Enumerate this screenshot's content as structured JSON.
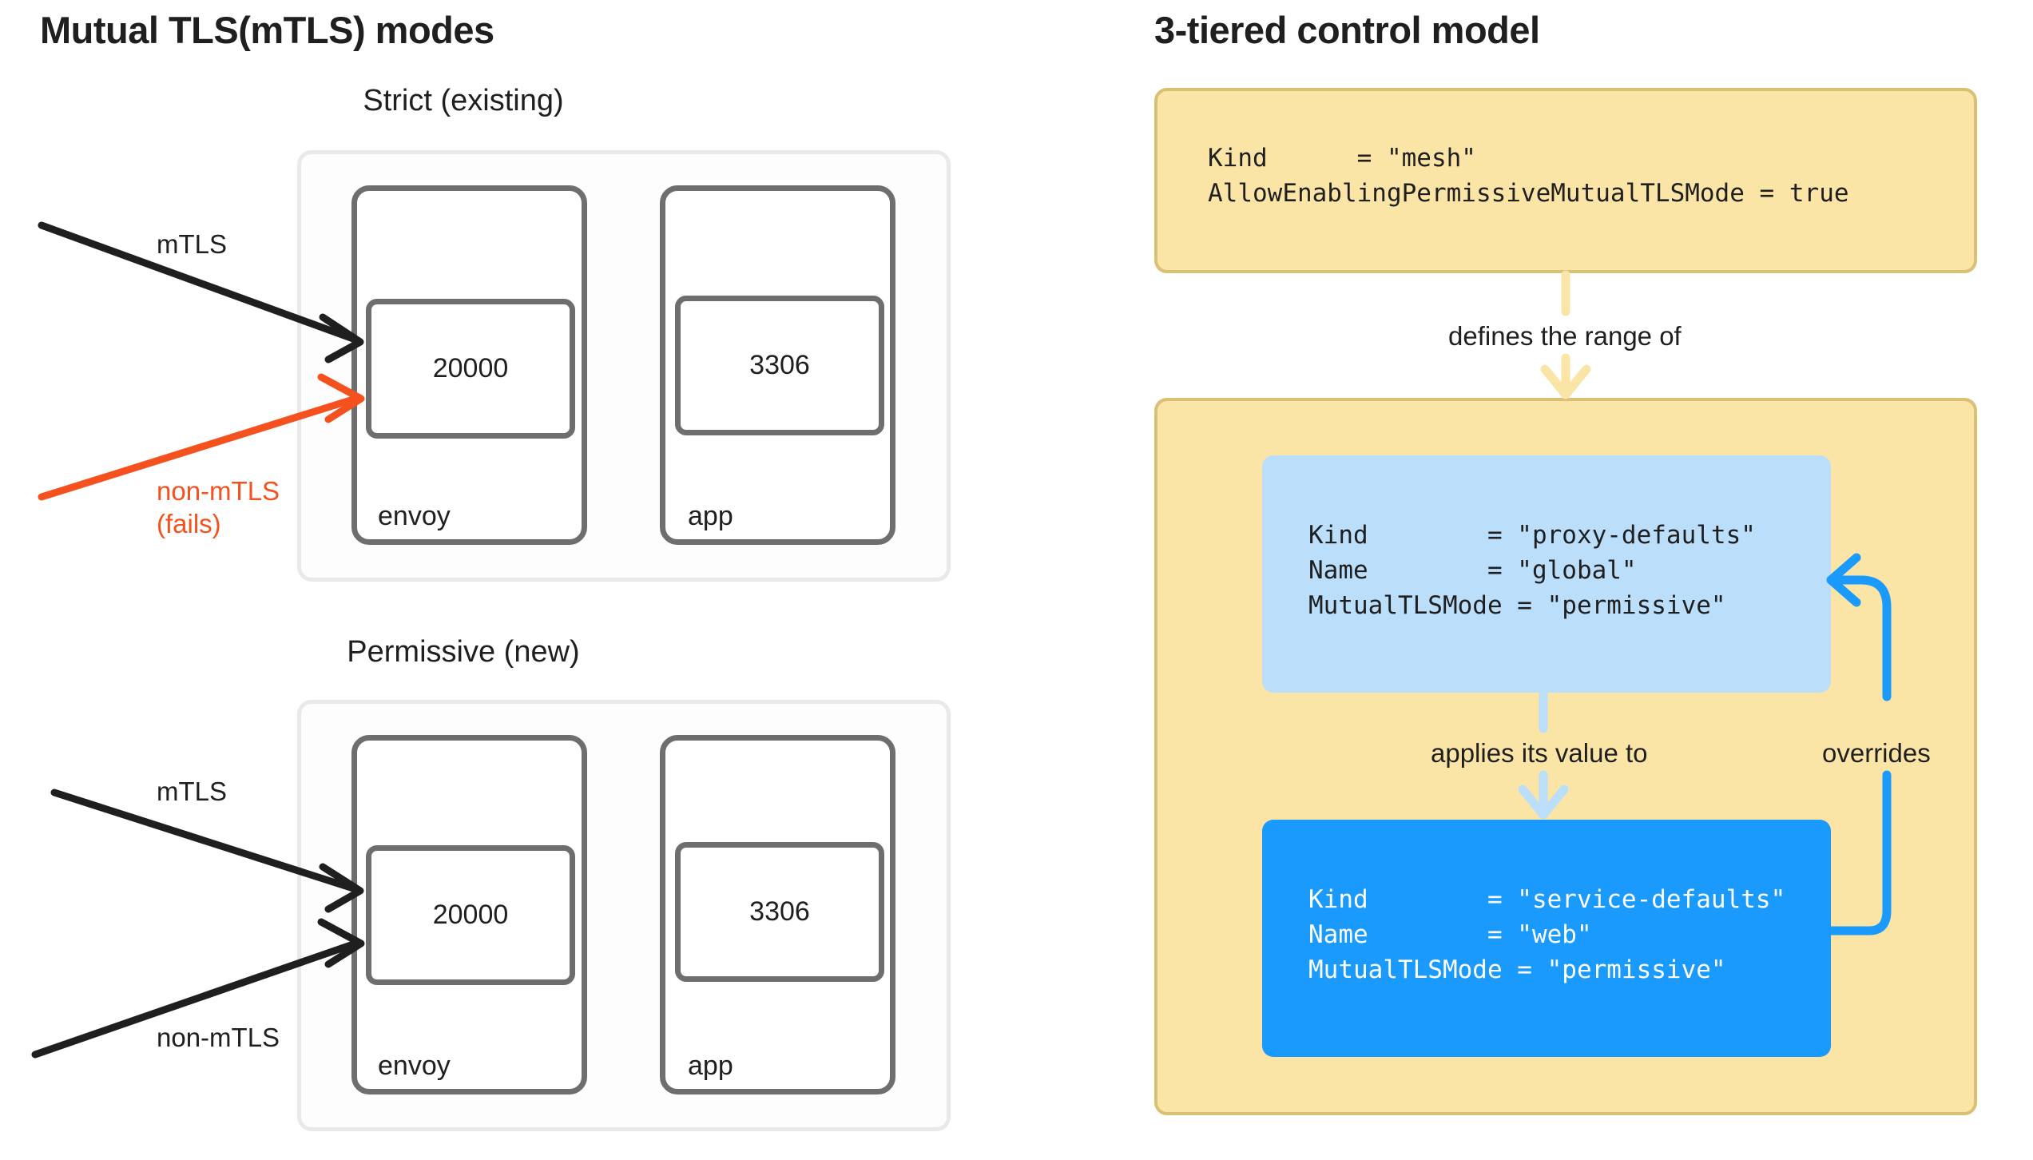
{
  "left": {
    "title": "Mutual TLS(mTLS) modes",
    "modes": [
      {
        "title": "Strict (existing)",
        "containers": [
          {
            "name": "envoy",
            "port": "20000"
          },
          {
            "name": "app",
            "port": "3306"
          }
        ],
        "edges": [
          {
            "label": "mTLS",
            "color": "#1f1f1f",
            "status": "allowed"
          },
          {
            "label": "non-mTLS",
            "sublabel": "(fails)",
            "color": "#f4511e",
            "status": "fails"
          }
        ]
      },
      {
        "title": "Permissive (new)",
        "containers": [
          {
            "name": "envoy",
            "port": "20000"
          },
          {
            "name": "app",
            "port": "3306"
          }
        ],
        "edges": [
          {
            "label": "mTLS",
            "color": "#1f1f1f",
            "status": "allowed"
          },
          {
            "label": "non-mTLS",
            "color": "#1f1f1f",
            "status": "allowed"
          }
        ]
      }
    ]
  },
  "right": {
    "title": "3-tiered control model",
    "tiers": [
      {
        "id": "mesh",
        "style": "yellow",
        "code": "Kind      = \"mesh\"\nAllowEnablingPermissiveMutualTLSMode = true"
      },
      {
        "id": "proxy-defaults",
        "style": "light-blue",
        "code": "Kind        = \"proxy-defaults\"\nName        = \"global\"\nMutualTLSMode = \"permissive\""
      },
      {
        "id": "service-defaults",
        "style": "dark-blue",
        "code": "Kind        = \"service-defaults\"\nName        = \"web\"\nMutualTLSMode = \"permissive\""
      }
    ],
    "relations": [
      {
        "label": "defines the range of",
        "from": "mesh",
        "to": "proxy-defaults",
        "color": "#fbe5a6"
      },
      {
        "label": "applies its value to",
        "from": "proxy-defaults",
        "to": "service-defaults",
        "color": "#bbdefb"
      },
      {
        "label": "overrides",
        "from": "service-defaults",
        "to": "proxy-defaults",
        "color": "#1a9afc"
      }
    ]
  },
  "colors": {
    "panel_yellow": "#fbe5a6",
    "panel_yellow_border": "#d9c075",
    "light_blue": "#bbdefb",
    "dark_blue": "#1a9afc",
    "fail_red": "#f4511e",
    "box_gray": "#6e6e6e",
    "frame_gray": "#e9e9e9"
  }
}
